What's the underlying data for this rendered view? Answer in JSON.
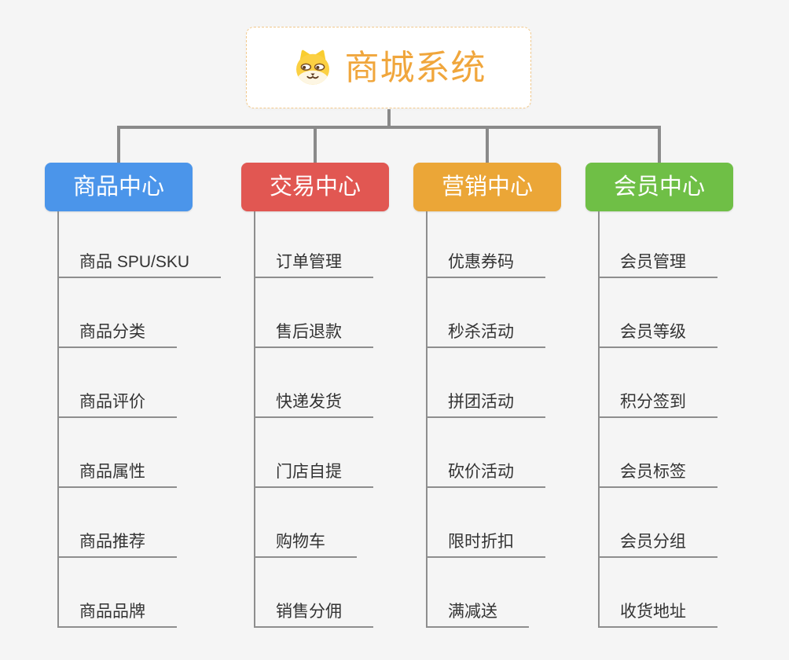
{
  "canvas": {
    "background": "#f5f5f5"
  },
  "root": {
    "label": "商城系统",
    "icon": "dog-face-icon",
    "text_color": "#f0a63c",
    "border_color": "#f2c98c"
  },
  "connectors": {
    "main_color": "#8a8a8a",
    "leaf_color": "#8e8e8e"
  },
  "branches": [
    {
      "label": "商品中心",
      "color": "#4b95ea",
      "children": [
        "商品 SPU/SKU",
        "商品分类",
        "商品评价",
        "商品属性",
        "商品推荐",
        "商品品牌"
      ]
    },
    {
      "label": "交易中心",
      "color": "#e15752",
      "children": [
        "订单管理",
        "售后退款",
        "快递发货",
        "门店自提",
        "购物车",
        "销售分佣"
      ]
    },
    {
      "label": "营销中心",
      "color": "#eba637",
      "children": [
        "优惠券码",
        "秒杀活动",
        "拼团活动",
        "砍价活动",
        "限时折扣",
        "满减送"
      ]
    },
    {
      "label": "会员中心",
      "color": "#6fbf46",
      "children": [
        "会员管理",
        "会员等级",
        "积分签到",
        "会员标签",
        "会员分组",
        "收货地址"
      ]
    }
  ]
}
